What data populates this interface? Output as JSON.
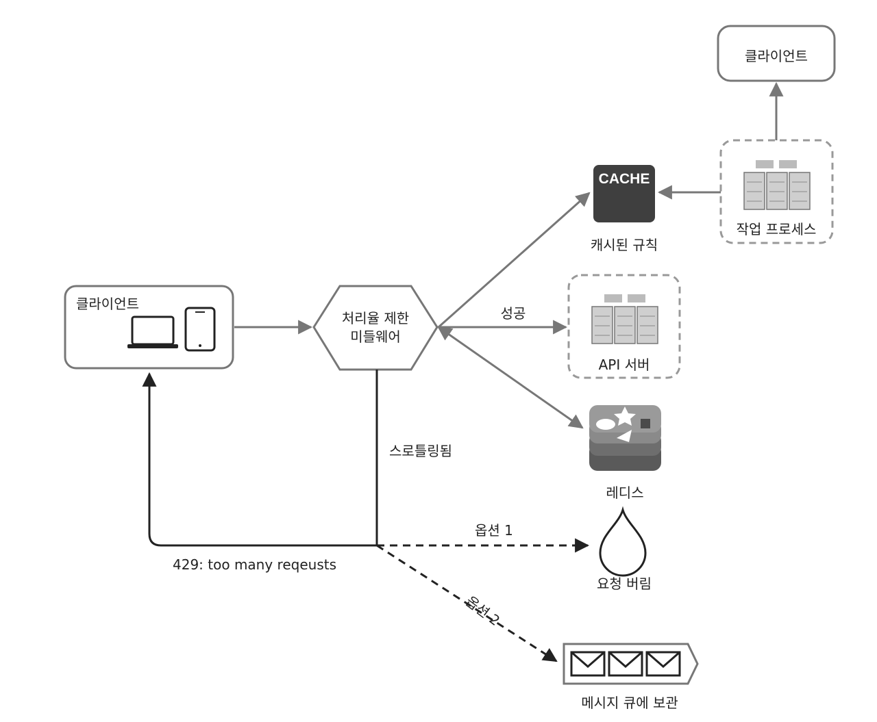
{
  "nodes": {
    "client_top": "클라이언트",
    "cache_text": "CACHE",
    "cache_label": "캐시된 규칙",
    "worker_label": "작업 프로세스",
    "client_left": "클라이언트",
    "middleware_line1": "처리율 제한",
    "middleware_line2": "미들웨어",
    "api_label": "API 서버",
    "redis_label": "레디스",
    "drop_label": "요청 버림",
    "queue_label": "메시지 큐에 보관"
  },
  "edges": {
    "success": "성공",
    "throttled": "스로틀링됨",
    "option1": "옵션 1",
    "option2": "옵션 2",
    "too_many": "429: too many reqeusts"
  },
  "icons": [
    "laptop-icon",
    "tablet-icon",
    "server-rack-icon",
    "cache-icon",
    "redis-icon",
    "drop-icon",
    "envelope-icon"
  ],
  "colors": {
    "stroke": "#777777",
    "dark": "#222222",
    "cache_fill": "#3f3f3f",
    "server_fill": "#cfcfcf"
  }
}
